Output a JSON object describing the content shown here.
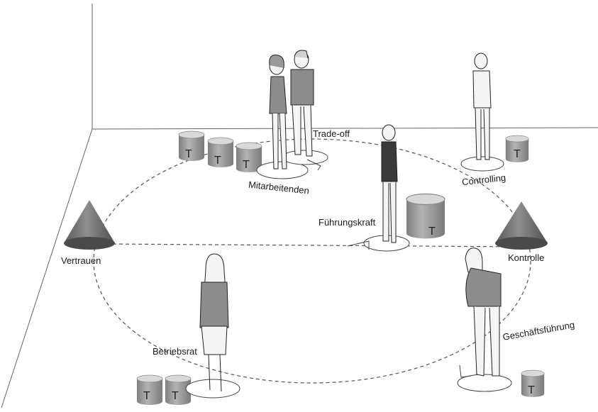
{
  "roles": {
    "trade_off": "Trade-off",
    "mitarbeitenden": "Mitarbeitenden",
    "controlling": "Controlling",
    "fuehrungskraft": "Führungskraft",
    "vertrauen": "Vertrauen",
    "kontrolle": "Kontrolle",
    "betriebsrat": "Betriebsrat",
    "geschaeftsfuehrung": "Geschäftsführung"
  },
  "token_letter": "T",
  "colors": {
    "cone": "#7a7a7a",
    "token": "#9a9a9a",
    "line": "#555555",
    "figure_light": "#f4f4f4",
    "figure_gray": "#8c8c8c",
    "figure_dark": "#3a3a3a"
  },
  "icons": [
    "person-icon",
    "cone-icon",
    "cylinder-icon"
  ]
}
